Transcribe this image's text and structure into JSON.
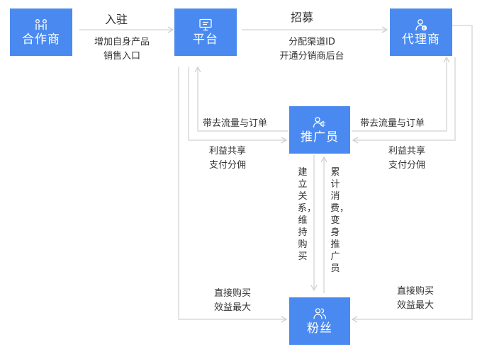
{
  "nodes": {
    "partner": "合作商",
    "platform": "平台",
    "agent": "代理商",
    "promoter": "推广员",
    "fans": "粉丝"
  },
  "edges": {
    "settle_in": "入驻",
    "settle_in_desc": [
      "增加自身产品",
      "销售入口"
    ],
    "recruit": "招募",
    "recruit_desc": [
      "分配渠道ID",
      "开通分销商后台"
    ],
    "bring_traffic_left": "带去流量与订单",
    "bring_traffic_right": "带去流量与订单",
    "profit_share_left": [
      "利益共享",
      "支付分佣"
    ],
    "profit_share_right": [
      "利益共享",
      "支付分佣"
    ],
    "build_relation": "建立关系，维持购买",
    "accumulate": "累计消费，变身推广员",
    "direct_buy_left": [
      "直接购买",
      "效益最大"
    ],
    "direct_buy_right": [
      "直接购买",
      "效益最大"
    ]
  },
  "colors": {
    "node": "#4a8af0",
    "line": "#d9d9d9",
    "text": "#333333"
  },
  "icons": {
    "partner": "handshake-people-icon",
    "platform": "monitor-icon",
    "agent": "user-badge-icon",
    "promoter": "people-megaphone-icon",
    "fans": "group-icon"
  }
}
